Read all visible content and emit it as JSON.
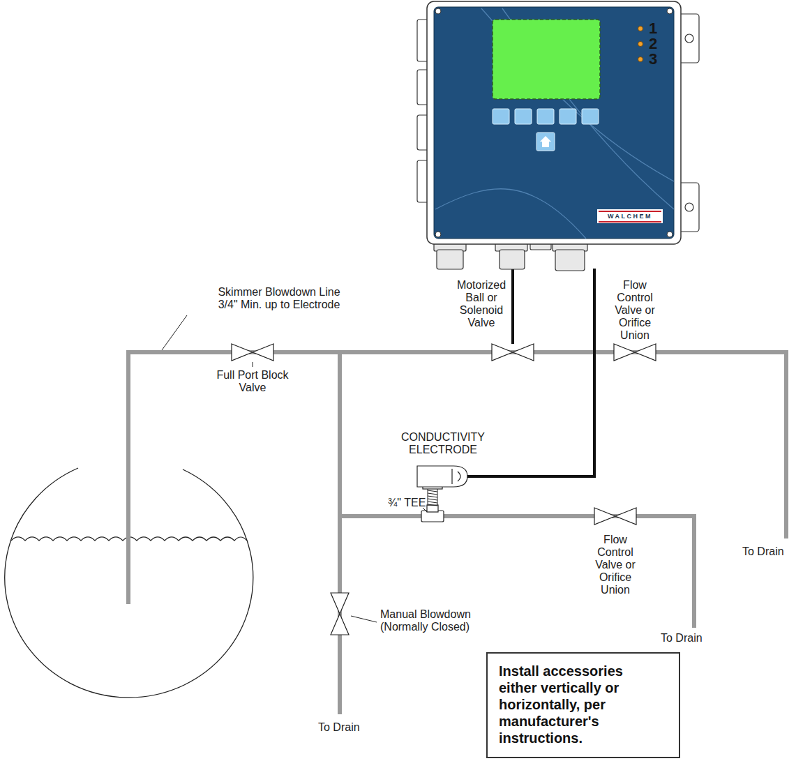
{
  "diagram": {
    "nodes": [
      {
        "text": [
          "Install accessories either vertically or horizontally, per manufacturer's instructions."
        ]
      }
    ],
    "labels": [
      "1",
      "2",
      "3",
      "WALCHEM",
      "Skimmer Blowdown Line 3/4\" Min. up to Electrode",
      "Motorized Ball or Solenoid Valve",
      "Flow Control Valve or Orifice Union",
      "Full Port Block Valve",
      "CONDUCTIVITY ELECTRODE",
      "¾\" TEE",
      "Flow Control Valve or Orifice Union",
      "Manual Blowdown (Normally Closed)",
      "To Drain",
      "To Drain",
      "To Drain"
    ]
  }
}
